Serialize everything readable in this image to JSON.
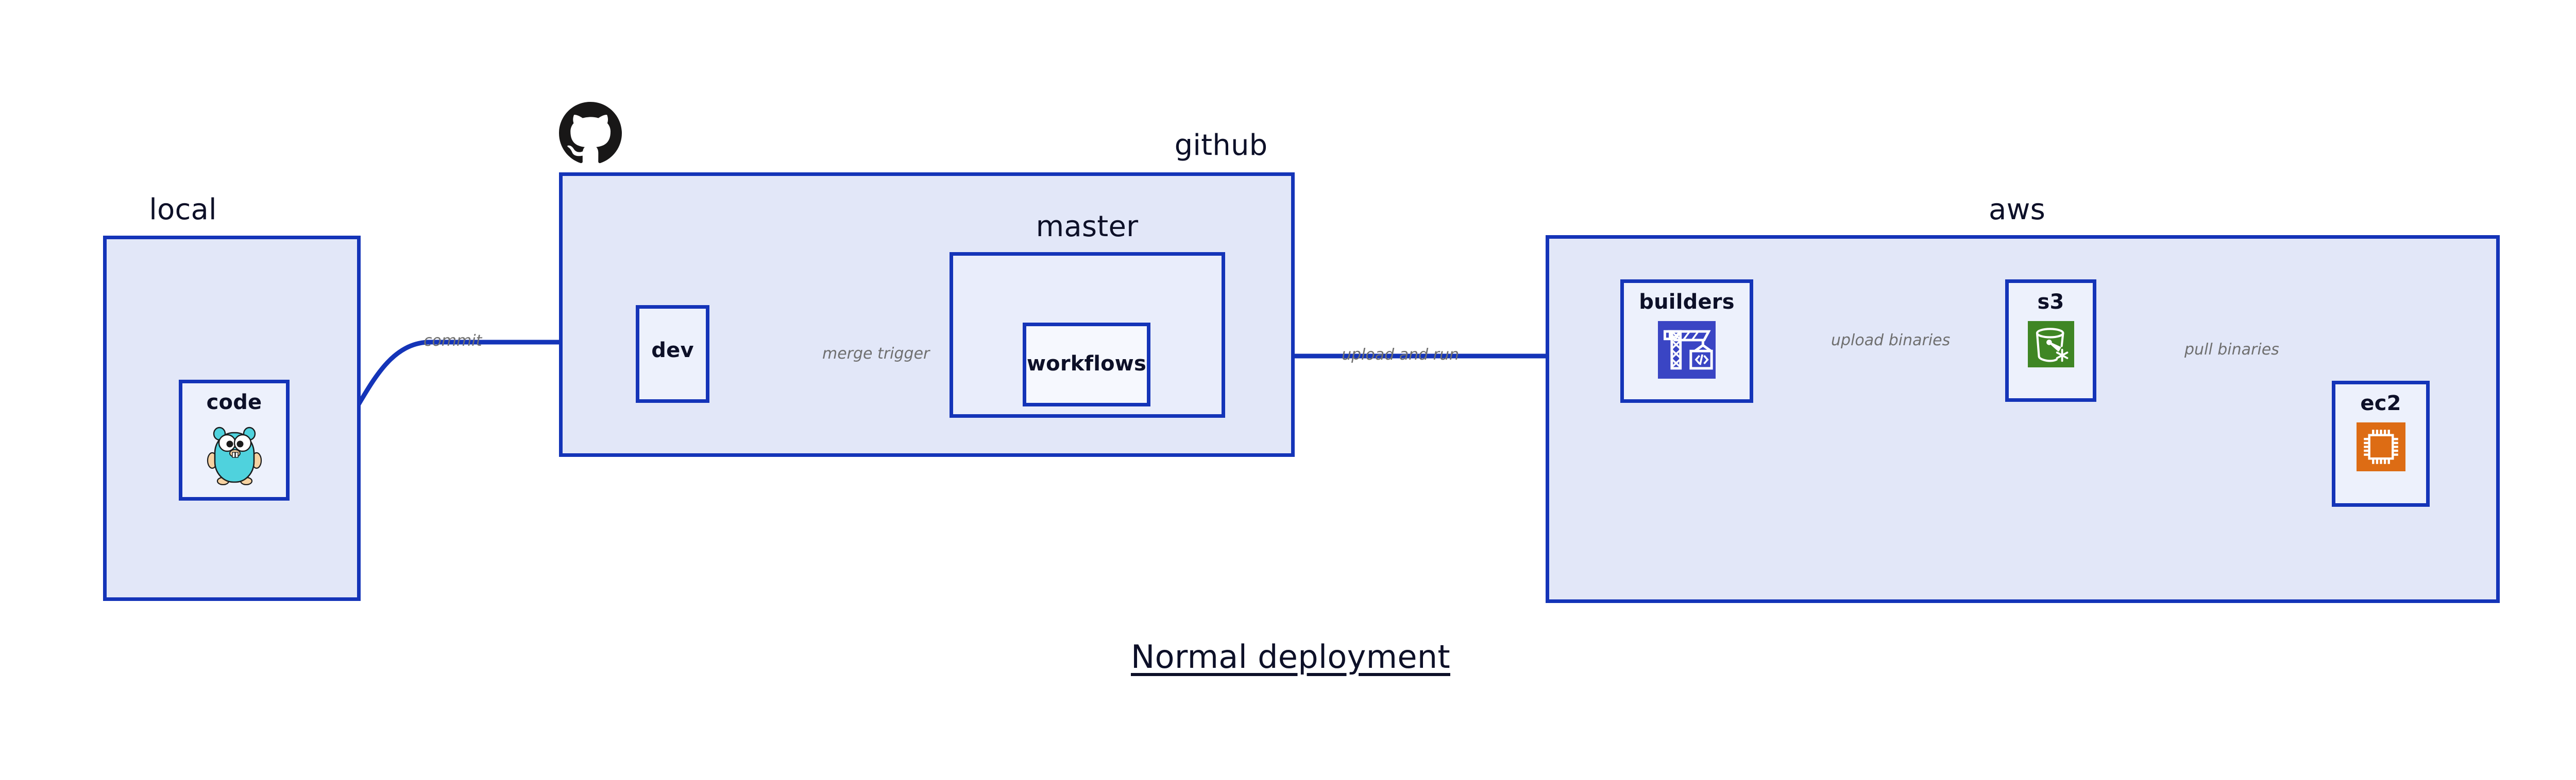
{
  "diagram": {
    "title": "Normal deployment",
    "colors": {
      "cluster_fill": "#e2e7f8",
      "cluster_border": "#1434b8",
      "node_fill": "#edf1fc",
      "node_border": "#1434b8",
      "edge_stroke": "#1434b8",
      "label_text": "#0d1028",
      "edge_label_text": "#6f6f6f",
      "s3_icon_bg": "#3f8624",
      "ec2_icon_bg": "#dd6c14",
      "builders_icon_bg": "#3a45c4",
      "gopher_body": "#4fd2dd",
      "github_logo": "#181717"
    },
    "clusters": [
      {
        "id": "local",
        "label": "local"
      },
      {
        "id": "github",
        "label": "github"
      },
      {
        "id": "master",
        "label": "master"
      },
      {
        "id": "aws",
        "label": "aws"
      }
    ],
    "nodes": [
      {
        "id": "code",
        "label": "code",
        "icon": "go-gopher-icon"
      },
      {
        "id": "dev",
        "label": "dev",
        "icon": null
      },
      {
        "id": "workflows",
        "label": "workflows",
        "icon": null
      },
      {
        "id": "builders",
        "label": "builders",
        "icon": "aws-codebuild-crane-icon"
      },
      {
        "id": "s3",
        "label": "s3",
        "icon": "aws-s3-bucket-icon"
      },
      {
        "id": "ec2",
        "label": "ec2",
        "icon": "aws-ec2-chip-icon"
      }
    ],
    "edges": [
      {
        "from": "code",
        "to": "dev",
        "label": "commit"
      },
      {
        "from": "dev",
        "to": "workflows",
        "label": "merge trigger"
      },
      {
        "from": "workflows",
        "to": "builders",
        "label": "upload and run"
      },
      {
        "from": "builders",
        "to": "s3",
        "label": "upload binaries"
      },
      {
        "from": "s3",
        "to": "ec2",
        "label": "pull binaries"
      }
    ],
    "logos": [
      {
        "id": "github-logo",
        "name": "github-octocat-logo"
      }
    ]
  }
}
